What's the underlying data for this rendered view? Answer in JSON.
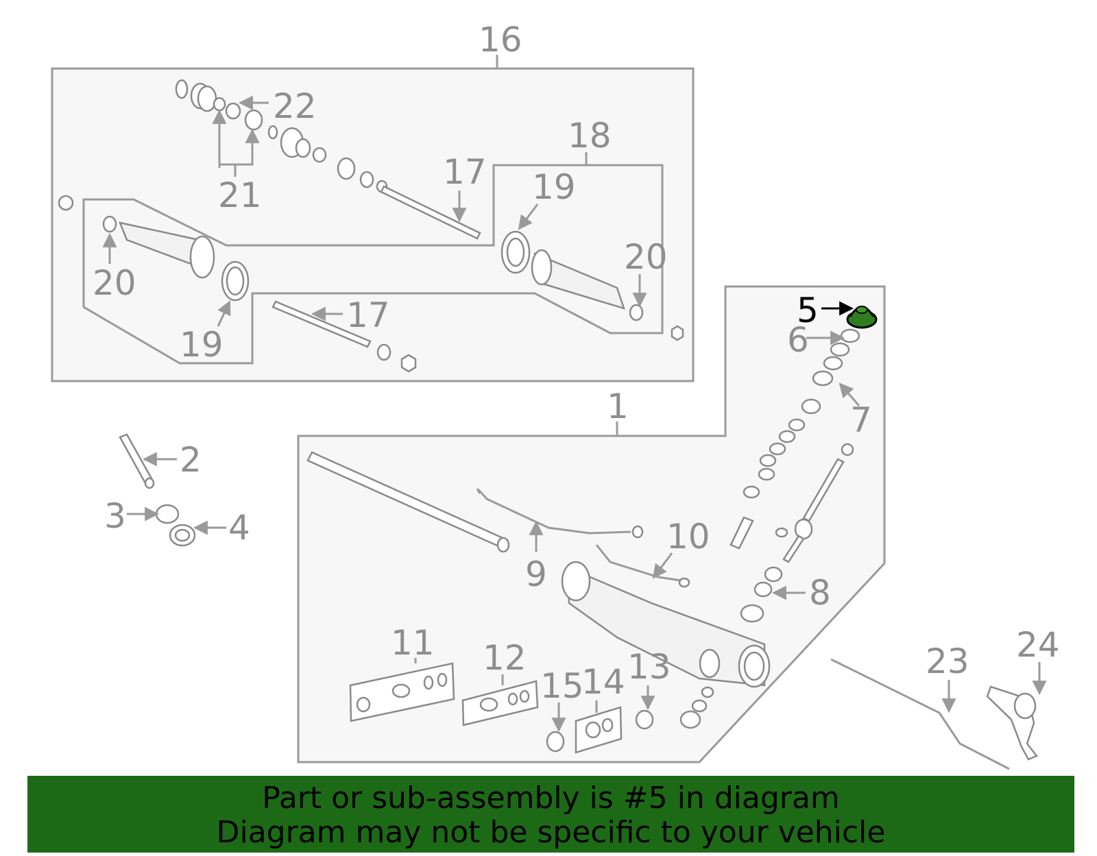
{
  "callouts": {
    "c1": "1",
    "c2": "2",
    "c3": "3",
    "c4": "4",
    "c5": "5",
    "c6": "6",
    "c7": "7",
    "c8": "8",
    "c9": "9",
    "c10": "10",
    "c11": "11",
    "c12": "12",
    "c13": "13",
    "c14": "14",
    "c15": "15",
    "c16": "16",
    "c17a": "17",
    "c17b": "17",
    "c18": "18",
    "c19a": "19",
    "c19b": "19",
    "c20a": "20",
    "c20b": "20",
    "c21": "21",
    "c22": "22",
    "c23": "23",
    "c24": "24"
  },
  "highlight_part": "5",
  "colors": {
    "highlight": "#2e7d1e",
    "banner": "#1d6a16",
    "line": "#9a9a9a",
    "label": "#8e8e8e"
  },
  "banner": {
    "line1": "Part or sub-assembly is #5 in diagram",
    "line2": "Diagram may not be specific to your vehicle"
  }
}
